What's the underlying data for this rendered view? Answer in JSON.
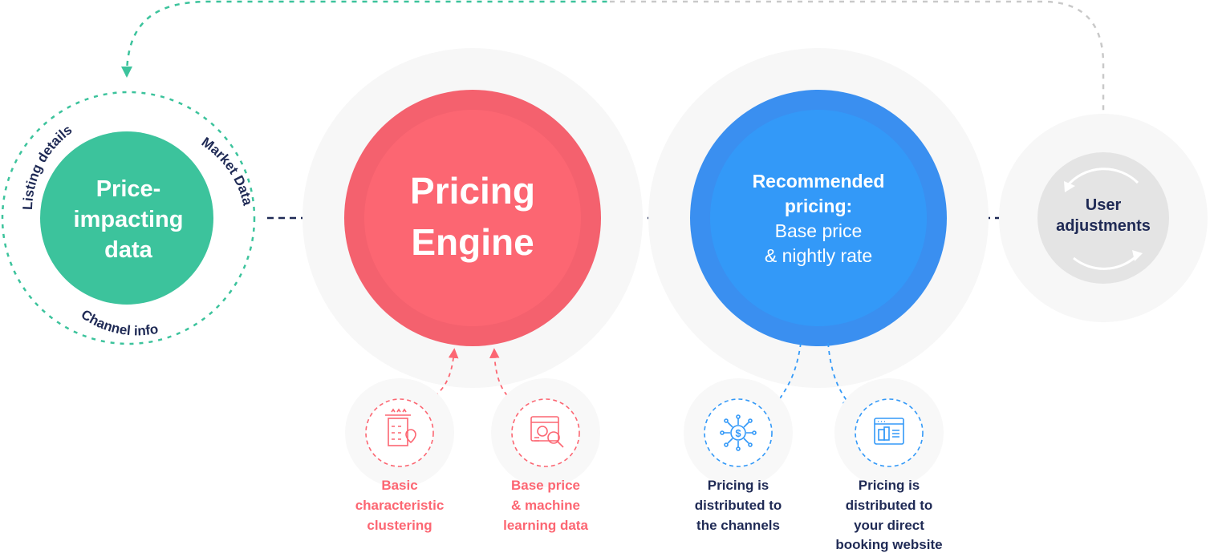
{
  "colors": {
    "green": "#3cc39c",
    "red": "#fc6672",
    "blue": "#3399f8",
    "gray": "#e4e4e4",
    "navy": "#1f2a55",
    "dark_text": "#1f2a55",
    "sub_red": "#fc6672",
    "sub_blue": "#3399f8"
  },
  "nodes": {
    "input": {
      "lines": [
        "Price-",
        "impacting",
        "data"
      ]
    },
    "engine": {
      "lines": [
        "Pricing",
        "Engine"
      ]
    },
    "recommended": {
      "lines": [
        "Recommended",
        "pricing:",
        "Base price",
        "& nightly rate"
      ]
    },
    "user": {
      "lines": [
        "User",
        "adjustments"
      ]
    }
  },
  "ring_labels": {
    "top_left": "Listing details",
    "top_right": "Market Data",
    "bottom": "Channel info"
  },
  "sub_nodes": [
    {
      "icon": "hotel-building-icon",
      "lines": [
        "Basic",
        "characteristic",
        "clustering"
      ]
    },
    {
      "icon": "webpage-analytics-icon",
      "lines": [
        "Base price",
        "& machine",
        "learning data"
      ]
    },
    {
      "icon": "dollar-network-icon",
      "lines": [
        "Pricing is",
        "distributed to",
        "the channels"
      ]
    },
    {
      "icon": "website-browser-icon",
      "lines": [
        "Pricing is",
        "distributed to",
        "your direct",
        "booking website"
      ]
    }
  ]
}
